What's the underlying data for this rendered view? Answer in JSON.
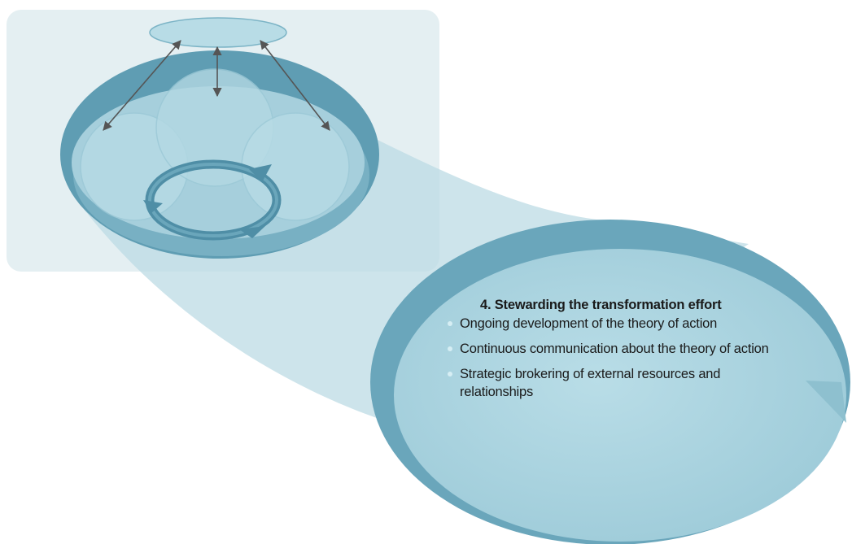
{
  "callout": {
    "title": "4. Stewarding the transformation effort",
    "items": [
      {
        "text": "Ongoing development of the theory of action"
      },
      {
        "text": "Continuous communication about the theory of action"
      },
      {
        "text": "Strategic brokering of external resources and relationships"
      }
    ]
  },
  "colors": {
    "panel": "#e4eff2",
    "bowl_outer": "#5f9db3",
    "bowl_inner": "#a6cfdc",
    "circle_fill": "#b8dce6",
    "cycle_arrow": "#4f8ea6",
    "connector_arrow": "#555555",
    "callout_fill": "#aad4df",
    "callout_rim": "#6aa6bb",
    "beam": "#bcdbe4"
  },
  "icons": [
    "bidirectional-arrow-icon",
    "cycle-arrow-icon"
  ]
}
